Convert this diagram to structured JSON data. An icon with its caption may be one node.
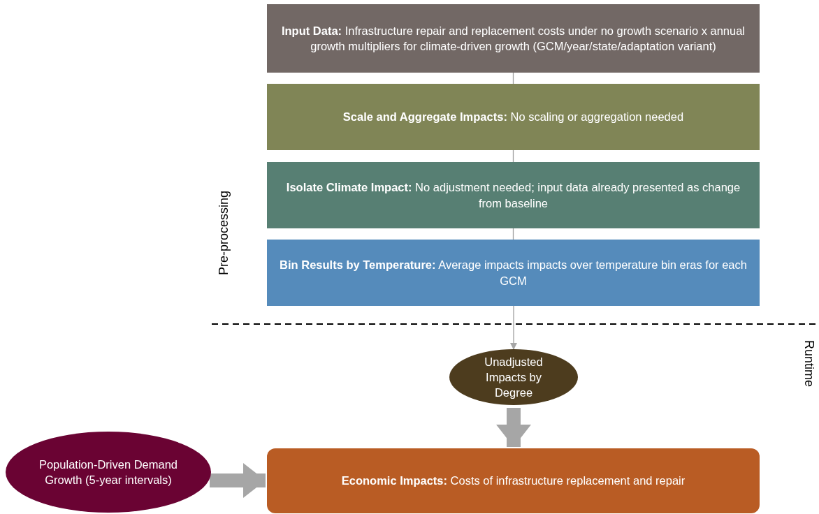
{
  "diagram": {
    "nodes": [
      {
        "text": [
          "**Input Data:** Infrastructure repair and replacement costs under no growth scenario x annual growth multipliers for climate-driven growth (GCM/year/state/adaptation variant)"
        ]
      },
      {
        "text": [
          "**Scale and Aggregate Impacts:** No scaling or aggregation needed"
        ]
      },
      {
        "text": [
          "**Isolate Climate Impact:** No adjustment needed; input data already presented as change from baseline"
        ]
      },
      {
        "text": [
          "**Bin Results by Temperature:**  Average impacts impacts over temperature bin eras for each GCM"
        ]
      },
      {
        "text": [
          "Unadjusted Impacts by Degree"
        ]
      },
      {
        "text": [
          "Population-Driven Demand Growth (5-year intervals)"
        ]
      },
      {
        "text": [
          "**Economic Impacts:** Costs of infrastructure replacement and repair"
        ]
      }
    ],
    "edges": [
      {
        "from": 0,
        "to": 1,
        "arrow": "none"
      },
      {
        "from": 1,
        "to": 2,
        "arrow": "none"
      },
      {
        "from": 2,
        "to": 3,
        "arrow": "none"
      },
      {
        "from": 3,
        "to": 4,
        "arrow": "to"
      },
      {
        "from": 4,
        "to": 6,
        "arrow": "to",
        "style": "thick"
      },
      {
        "from": 5,
        "to": 6,
        "arrow": "to",
        "style": "thick"
      }
    ],
    "labels": [
      "Pre-processing",
      "Runtime"
    ]
  }
}
